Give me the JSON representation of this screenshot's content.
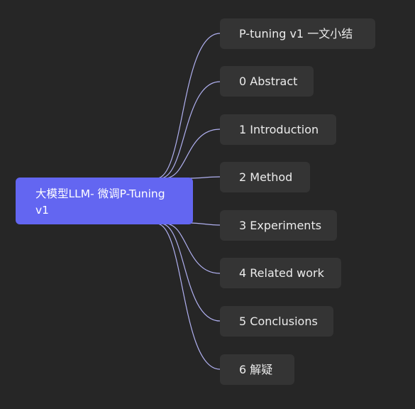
{
  "mindmap": {
    "root": {
      "label": "大模型LLM- 微调P-Tuning v1"
    },
    "children": [
      {
        "label": "P-tuning v1 一文小结"
      },
      {
        "label": "0 Abstract"
      },
      {
        "label": "1 Introduction"
      },
      {
        "label": "2 Method"
      },
      {
        "label": "3 Experiments"
      },
      {
        "label": "4 Related work"
      },
      {
        "label": "5 Conclusions"
      },
      {
        "label": "6 解疑"
      }
    ],
    "colors": {
      "background": "#262626",
      "root_fill": "#6366f1",
      "node_fill": "#343434",
      "edge": "#b0b0f0",
      "text": "#ececec"
    }
  }
}
